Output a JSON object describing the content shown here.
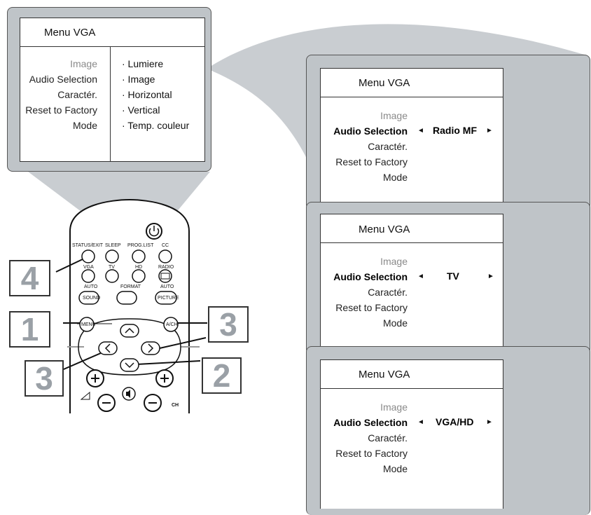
{
  "top_menu": {
    "title": "Menu VGA",
    "items": [
      "Image",
      "Audio Selection",
      "Caractér.",
      "Reset to Factory",
      "Mode"
    ],
    "sub_items": [
      "· Lumiere",
      "· Image",
      "· Horizontal",
      "· Vertical",
      "· Temp. couleur"
    ]
  },
  "screens": [
    {
      "title": "Menu VGA",
      "items": [
        "Image",
        "Audio Selection",
        "Caractér.",
        "Reset to Factory",
        "Mode"
      ],
      "value": "Radio MF"
    },
    {
      "title": "Menu VGA",
      "items": [
        "Image",
        "Audio Selection",
        "Caractér.",
        "Reset to Factory",
        "Mode"
      ],
      "value": "TV"
    },
    {
      "title": "Menu VGA",
      "items": [
        "Image",
        "Audio Selection",
        "Caractér.",
        "Reset to Factory",
        "Mode"
      ],
      "value": "VGA/HD"
    }
  ],
  "arrows": {
    "left": "◄",
    "right": "►"
  },
  "remote": {
    "buttons": {
      "status_exit": "STATUS/EXIT",
      "sleep": "SLEEP",
      "prog_list": "PROG.LIST",
      "cc": "CC",
      "vga": "VGA",
      "tv": "TV",
      "hd": "HD",
      "radio": "RADIO",
      "auto_sound_top": "AUTO",
      "sound": "SOUND",
      "format": "FORMAT",
      "auto_picture_top": "AUTO",
      "picture": "PICTURE",
      "menu": "MENU",
      "ach": "A/CH",
      "ch": "CH"
    }
  },
  "steps": {
    "s1": "1",
    "s2": "2",
    "s3a": "3",
    "s3b": "3",
    "s4": "4"
  },
  "colors": {
    "panel": "#bfc4c8",
    "step_digit": "#9aa0a6"
  }
}
